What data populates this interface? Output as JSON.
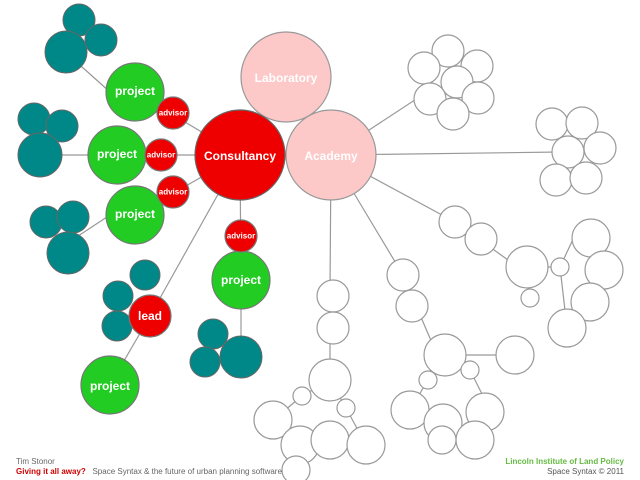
{
  "diagram": {
    "nodes": {
      "laboratory": "Laboratory",
      "consultancy": "Consultancy",
      "academy": "Academy",
      "project": "project",
      "advisor": "advisor",
      "lead": "lead"
    }
  },
  "footer": {
    "author": "Tim Stonor",
    "tagline": "Giving it all away?",
    "subtitle": "Space Syntax & the future of urban planning software",
    "institute": "Lincoln Institute of Land Policy",
    "copyright": "Space Syntax © 2011"
  },
  "colors": {
    "consultancy": "#ee0000",
    "project": "#22cc22",
    "teal": "#008888",
    "pink": "#fcc8c8",
    "line": "#999999"
  }
}
